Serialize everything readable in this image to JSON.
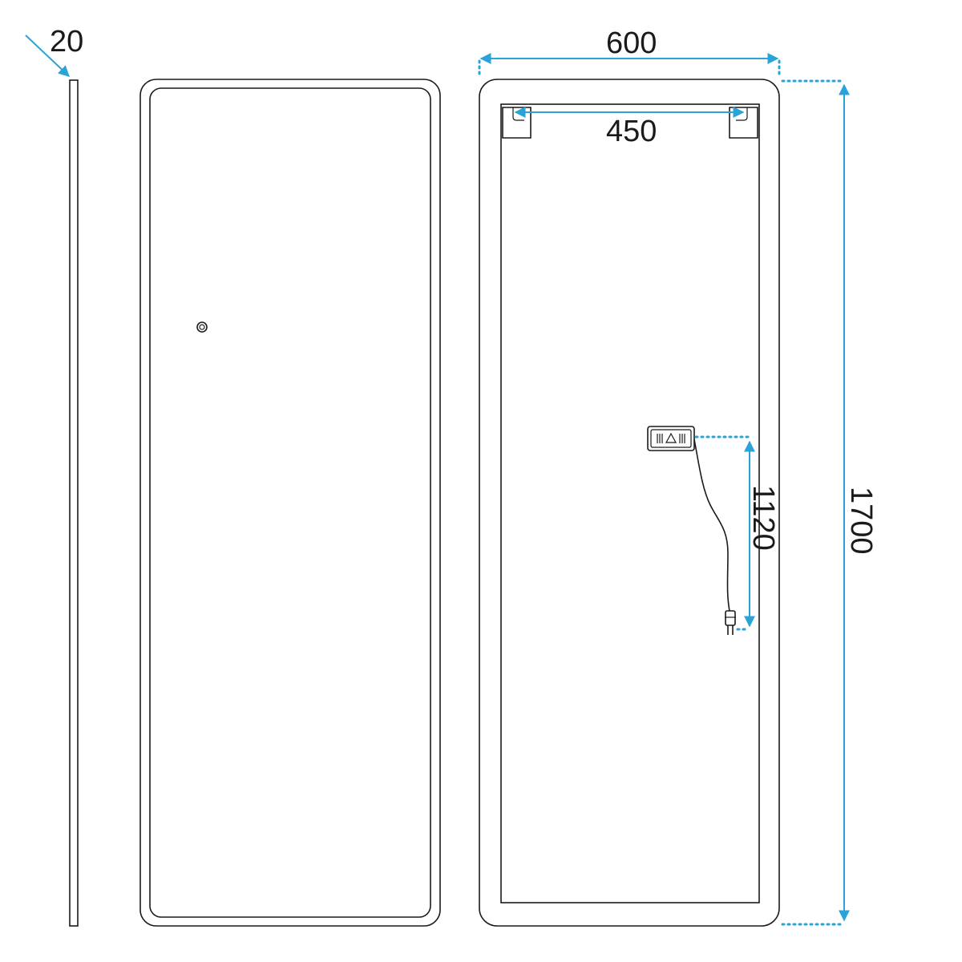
{
  "colors": {
    "accent": "#2aa3d8",
    "outline": "#1a1a1a",
    "background": "#ffffff"
  },
  "dimensions": {
    "thickness": "20",
    "width": "600",
    "hook_spacing": "450",
    "socket_height": "1120",
    "height": "1700"
  },
  "icons": {
    "touch_switch": "touch-sensor-icon",
    "driver_box": "led-driver-box-icon",
    "plug": "power-plug-icon",
    "hook": "wall-hook-icon"
  }
}
